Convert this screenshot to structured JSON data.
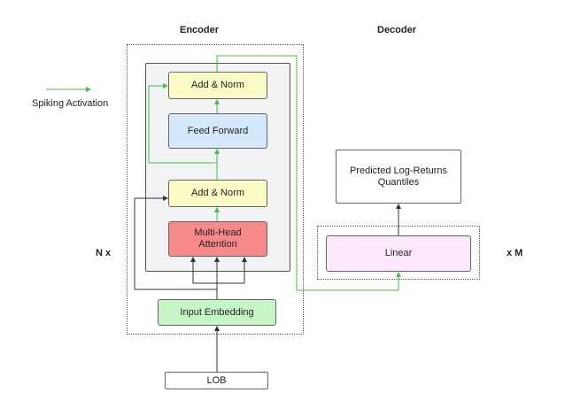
{
  "titles": {
    "encoder": "Encoder",
    "decoder": "Decoder"
  },
  "legend": {
    "text": "Spiking Activation",
    "line_color": "#4cbb4c"
  },
  "repeat": {
    "encoder": "N x",
    "decoder": "x M"
  },
  "blocks": {
    "add_norm_top": "Add & Norm",
    "feed_forward": "Feed Forward",
    "add_norm_bottom": "Add & Norm",
    "multi_head_line1": "Multi-Head",
    "multi_head_line2": "Attention",
    "input_embedding": "Input Embedding",
    "lob": "LOB",
    "linear": "Linear",
    "output_line1": "Predicted Log-Returns",
    "output_line2": "Quantiles"
  },
  "colors": {
    "add_norm": "#fbfbc6",
    "feed_forward": "#d5e8fb",
    "multi_head": "#f7898a",
    "input_embedding": "#c6f5c6",
    "linear": "#fbe9fb",
    "encoder_panel": "#f1f2f4",
    "green_arrow": "#4cbb4c",
    "black_arrow": "#333333"
  }
}
